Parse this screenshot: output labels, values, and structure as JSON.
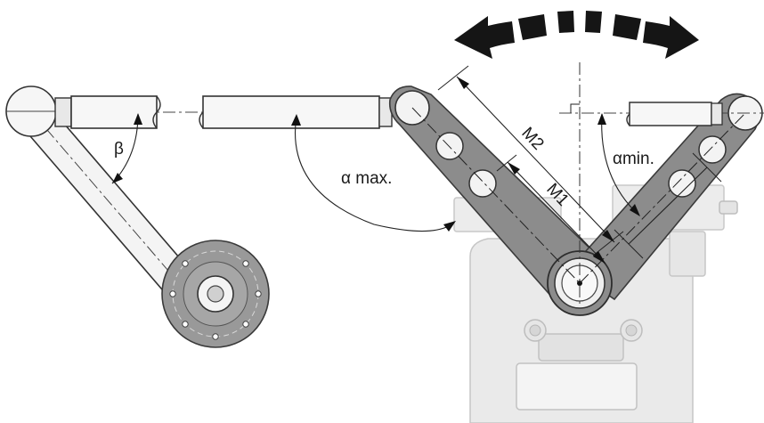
{
  "labels": {
    "beta": "β",
    "alpha_max": "α max.",
    "alpha_min": "αmin.",
    "m1": "M1",
    "m2": "M2"
  },
  "colors": {
    "lever_fill": "#8c8c8c",
    "lever_stroke": "#3a3a3a",
    "housing_fill": "#e9e9e9",
    "housing_stroke": "#c4c4c4",
    "arrow_fill": "#151515",
    "rod_fill": "#f6f6f6",
    "line_stroke": "#333333"
  }
}
